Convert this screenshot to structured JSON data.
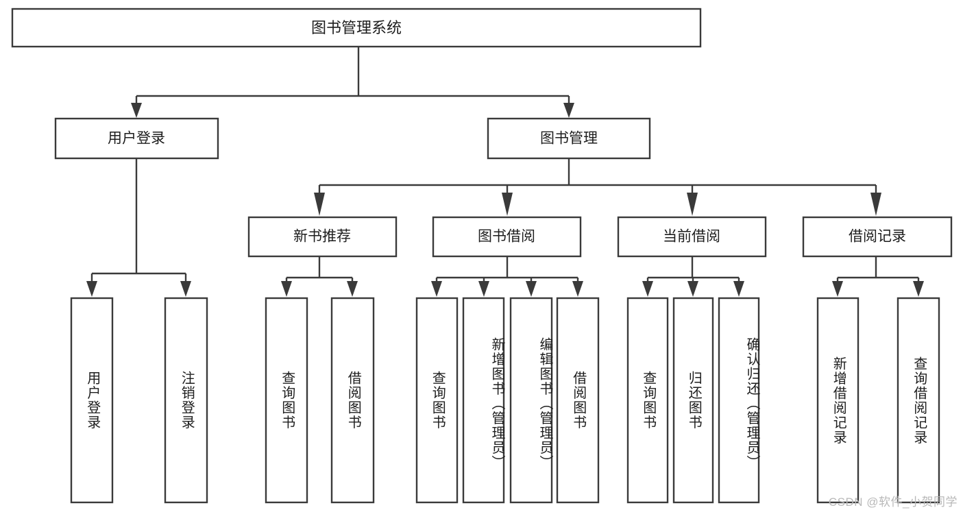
{
  "diagram": {
    "title": "图书管理系统",
    "type": "tree",
    "root": {
      "id": "root",
      "label": "图书管理系统"
    },
    "level2": [
      {
        "id": "user-login",
        "label": "用户登录"
      },
      {
        "id": "book-manage",
        "label": "图书管理"
      }
    ],
    "level3": [
      {
        "id": "new-book-recommend",
        "label": "新书推荐",
        "parent": "book-manage"
      },
      {
        "id": "book-borrow",
        "label": "图书借阅",
        "parent": "book-manage"
      },
      {
        "id": "current-borrow",
        "label": "当前借阅",
        "parent": "book-manage"
      },
      {
        "id": "borrow-record",
        "label": "借阅记录",
        "parent": "book-manage"
      }
    ],
    "leaves": {
      "user-login": [
        {
          "id": "leaf-user-login",
          "label": "用户登录"
        },
        {
          "id": "leaf-user-logout",
          "label": "注销登录"
        }
      ],
      "new-book-recommend": [
        {
          "id": "leaf-query-book-1",
          "label": "查询图书"
        },
        {
          "id": "leaf-borrow-book-1",
          "label": "借阅图书"
        }
      ],
      "book-borrow": [
        {
          "id": "leaf-query-book-2",
          "label": "查询图书"
        },
        {
          "id": "leaf-add-book",
          "label": "新增图书（管理员）"
        },
        {
          "id": "leaf-edit-book",
          "label": "编辑图书（管理员）"
        },
        {
          "id": "leaf-borrow-book-2",
          "label": "借阅图书"
        }
      ],
      "current-borrow": [
        {
          "id": "leaf-query-book-3",
          "label": "查询图书"
        },
        {
          "id": "leaf-return-book",
          "label": "归还图书"
        },
        {
          "id": "leaf-confirm-return",
          "label": "确认归还（管理员）"
        }
      ],
      "borrow-record": [
        {
          "id": "leaf-add-record",
          "label": "新增借阅记录"
        },
        {
          "id": "leaf-query-record",
          "label": "查询借阅记录"
        }
      ]
    }
  },
  "watermark": {
    "text": "CSDN @软件_小贺同学"
  },
  "colors": {
    "stroke": "#3a3a3a",
    "fill": "#ffffff",
    "text": "#1d1d1d",
    "watermark": "#b8b8b8"
  }
}
